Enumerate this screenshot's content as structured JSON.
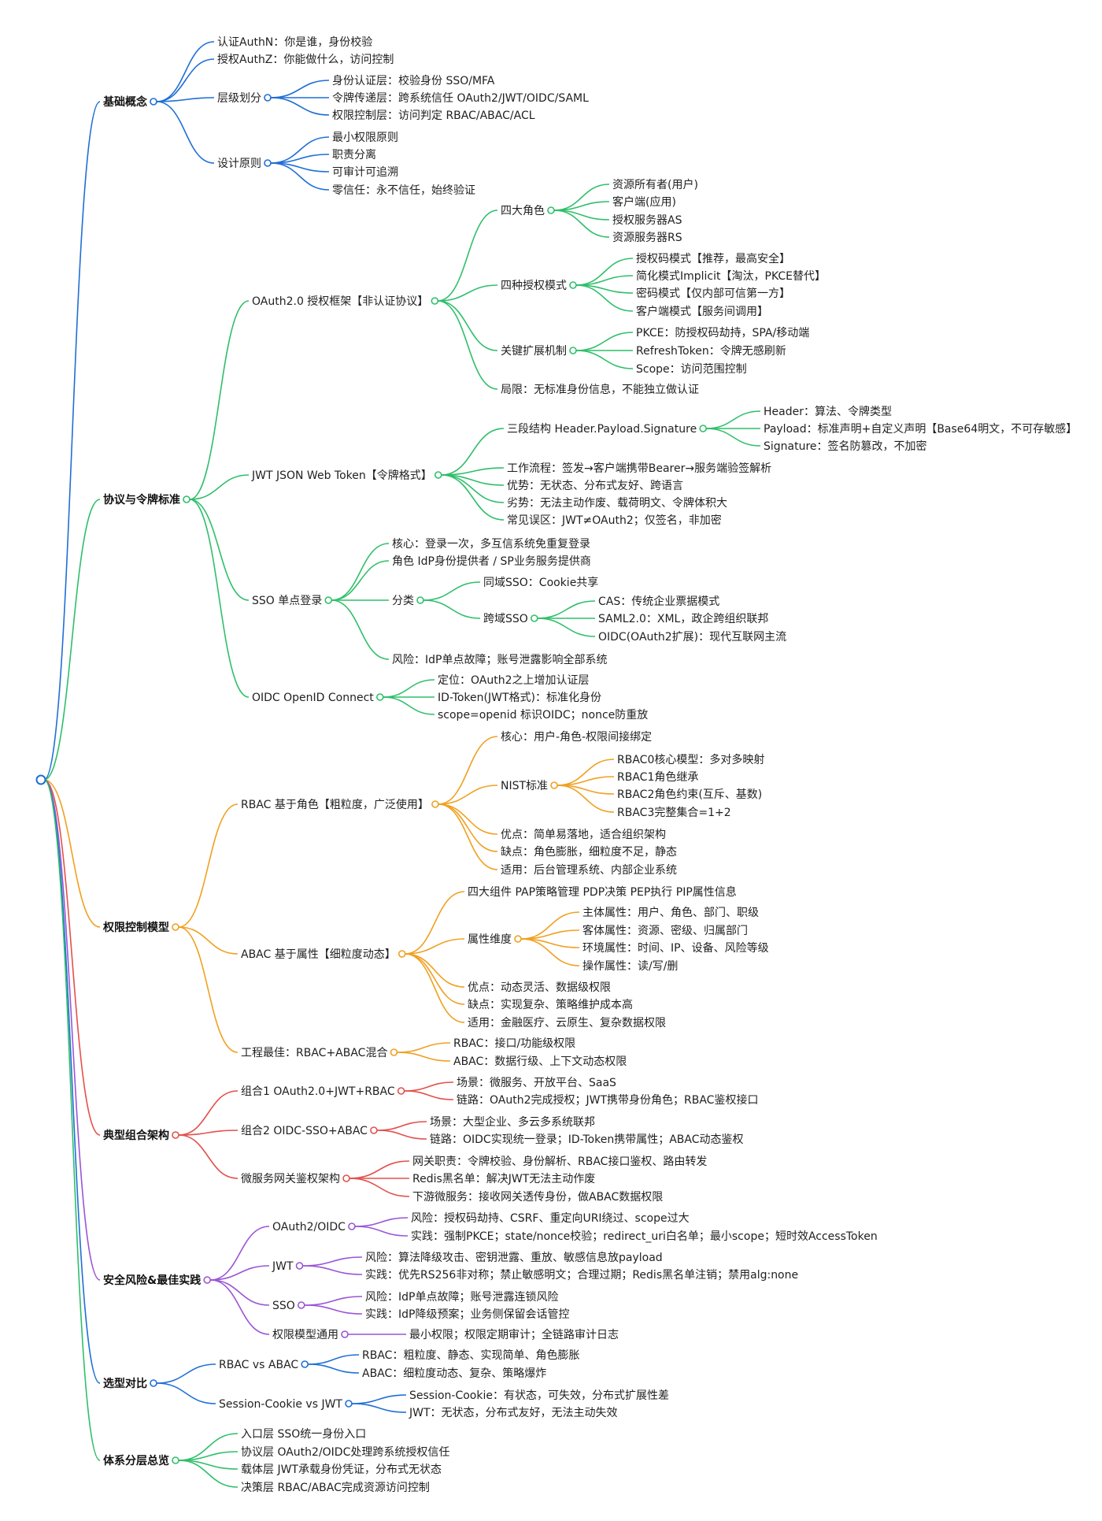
{
  "colors": {
    "blue": "#1f6fd6",
    "green": "#2fbf6a",
    "orange": "#f0a020",
    "red": "#e2514c",
    "purple": "#9a55d6"
  },
  "categories": [
    {
      "label": "基础概念",
      "color": "blue",
      "children": [
        {
          "label": "认证AuthN：你是谁，身份校验"
        },
        {
          "label": "授权AuthZ：你能做什么，访问控制"
        },
        {
          "label": "层级划分",
          "children": [
            {
              "label": "身份认证层：校验身份 SSO/MFA"
            },
            {
              "label": "令牌传递层：跨系统信任 OAuth2/JWT/OIDC/SAML"
            },
            {
              "label": "权限控制层：访问判定 RBAC/ABAC/ACL"
            }
          ]
        },
        {
          "label": "设计原则",
          "children": [
            {
              "label": "最小权限原则"
            },
            {
              "label": "职责分离"
            },
            {
              "label": "可审计可追溯"
            },
            {
              "label": "零信任：永不信任，始终验证"
            }
          ]
        }
      ]
    },
    {
      "label": "协议与令牌标准",
      "color": "green",
      "children": [
        {
          "label": "OAuth2.0 授权框架【非认证协议】",
          "children": [
            {
              "label": "四大角色",
              "children": [
                {
                  "label": "资源所有者(用户)"
                },
                {
                  "label": "客户端(应用)"
                },
                {
                  "label": "授权服务器AS"
                },
                {
                  "label": "资源服务器RS"
                }
              ]
            },
            {
              "label": "四种授权模式",
              "children": [
                {
                  "label": "授权码模式【推荐，最高安全】"
                },
                {
                  "label": "简化模式Implicit【淘汰，PKCE替代】"
                },
                {
                  "label": "密码模式【仅内部可信第一方】"
                },
                {
                  "label": "客户端模式【服务间调用】"
                }
              ]
            },
            {
              "label": "关键扩展机制",
              "children": [
                {
                  "label": "PKCE：防授权码劫持，SPA/移动端"
                },
                {
                  "label": "RefreshToken：令牌无感刷新"
                },
                {
                  "label": "Scope：访问范围控制"
                }
              ]
            },
            {
              "label": "局限：无标准身份信息，不能独立做认证"
            }
          ]
        },
        {
          "label": "JWT JSON Web Token【令牌格式】",
          "children": [
            {
              "label": "三段结构 Header.Payload.Signature",
              "children": [
                {
                  "label": "Header：算法、令牌类型"
                },
                {
                  "label": "Payload：标准声明+自定义声明【Base64明文，不可存敏感】"
                },
                {
                  "label": "Signature：签名防篡改，不加密"
                }
              ]
            },
            {
              "label": "工作流程：签发→客户端携带Bearer→服务端验签解析"
            },
            {
              "label": "优势：无状态、分布式友好、跨语言"
            },
            {
              "label": "劣势：无法主动作废、载荷明文、令牌体积大"
            },
            {
              "label": "常见误区：JWT≠OAuth2；仅签名，非加密"
            }
          ]
        },
        {
          "label": "SSO 单点登录",
          "children": [
            {
              "label": "核心：登录一次，多互信系统免重复登录"
            },
            {
              "label": "角色 IdP身份提供者 / SP业务服务提供商"
            },
            {
              "label": "分类",
              "children": [
                {
                  "label": "同域SSO：Cookie共享"
                },
                {
                  "label": "跨域SSO",
                  "children": [
                    {
                      "label": "CAS：传统企业票据模式"
                    },
                    {
                      "label": "SAML2.0：XML，政企跨组织联邦"
                    },
                    {
                      "label": "OIDC(OAuth2扩展)：现代互联网主流"
                    }
                  ]
                }
              ]
            },
            {
              "label": "风险：IdP单点故障；账号泄露影响全部系统"
            }
          ]
        },
        {
          "label": "OIDC OpenID Connect",
          "children": [
            {
              "label": "定位：OAuth2之上增加认证层"
            },
            {
              "label": "ID-Token(JWT格式)：标准化身份"
            },
            {
              "label": "scope=openid 标识OIDC；nonce防重放"
            }
          ]
        }
      ]
    },
    {
      "label": "权限控制模型",
      "color": "orange",
      "children": [
        {
          "label": "RBAC 基于角色【粗粒度，广泛使用】",
          "children": [
            {
              "label": "核心：用户-角色-权限间接绑定"
            },
            {
              "label": "NIST标准",
              "children": [
                {
                  "label": "RBAC0核心模型：多对多映射"
                },
                {
                  "label": "RBAC1角色继承"
                },
                {
                  "label": "RBAC2角色约束(互斥、基数)"
                },
                {
                  "label": "RBAC3完整集合=1+2"
                }
              ]
            },
            {
              "label": "优点：简单易落地，适合组织架构"
            },
            {
              "label": "缺点：角色膨胀，细粒度不足，静态"
            },
            {
              "label": "适用：后台管理系统、内部企业系统"
            }
          ]
        },
        {
          "label": "ABAC 基于属性【细粒度动态】",
          "children": [
            {
              "label": "四大组件 PAP策略管理 PDP决策 PEP执行 PIP属性信息"
            },
            {
              "label": "属性维度",
              "children": [
                {
                  "label": "主体属性：用户、角色、部门、职级"
                },
                {
                  "label": "客体属性：资源、密级、归属部门"
                },
                {
                  "label": "环境属性：时间、IP、设备、风险等级"
                },
                {
                  "label": "操作属性：读/写/删"
                }
              ]
            },
            {
              "label": "优点：动态灵活、数据级权限"
            },
            {
              "label": "缺点：实现复杂、策略维护成本高"
            },
            {
              "label": "适用：金融医疗、云原生、复杂数据权限"
            }
          ]
        },
        {
          "label": "工程最佳：RBAC+ABAC混合",
          "children": [
            {
              "label": "RBAC：接口/功能级权限"
            },
            {
              "label": "ABAC：数据行级、上下文动态权限"
            }
          ]
        }
      ]
    },
    {
      "label": "典型组合架构",
      "color": "red",
      "children": [
        {
          "label": "组合1 OAuth2.0+JWT+RBAC",
          "children": [
            {
              "label": "场景：微服务、开放平台、SaaS"
            },
            {
              "label": "链路：OAuth2完成授权；JWT携带身份角色；RBAC鉴权接口"
            }
          ]
        },
        {
          "label": "组合2 OIDC-SSO+ABAC",
          "children": [
            {
              "label": "场景：大型企业、多云多系统联邦"
            },
            {
              "label": "链路：OIDC实现统一登录；ID-Token携带属性；ABAC动态鉴权"
            }
          ]
        },
        {
          "label": "微服务网关鉴权架构",
          "children": [
            {
              "label": "网关职责：令牌校验、身份解析、RBAC接口鉴权、路由转发"
            },
            {
              "label": "Redis黑名单：解决JWT无法主动作废"
            },
            {
              "label": "下游微服务：接收网关透传身份，做ABAC数据权限"
            }
          ]
        }
      ]
    },
    {
      "label": "安全风险&最佳实践",
      "color": "purple",
      "children": [
        {
          "label": "OAuth2/OIDC",
          "children": [
            {
              "label": "风险：授权码劫持、CSRF、重定向URI绕过、scope过大"
            },
            {
              "label": "实践：强制PKCE；state/nonce校验；redirect_uri白名单；最小scope；短时效AccessToken"
            }
          ]
        },
        {
          "label": "JWT",
          "children": [
            {
              "label": "风险：算法降级攻击、密钥泄露、重放、敏感信息放payload"
            },
            {
              "label": "实践：优先RS256非对称；禁止敏感明文；合理过期；Redis黑名单注销；禁用alg:none"
            }
          ]
        },
        {
          "label": "SSO",
          "children": [
            {
              "label": "风险：IdP单点故障；账号泄露连锁风险"
            },
            {
              "label": "实践：IdP降级预案；业务侧保留会话管控"
            }
          ]
        },
        {
          "label": "权限模型通用",
          "children": [
            {
              "label": "最小权限；权限定期审计；全链路审计日志"
            }
          ]
        }
      ]
    },
    {
      "label": "选型对比",
      "color": "blue",
      "children": [
        {
          "label": "RBAC vs ABAC",
          "children": [
            {
              "label": "RBAC：粗粒度、静态、实现简单、角色膨胀"
            },
            {
              "label": "ABAC：细粒度动态、复杂、策略爆炸"
            }
          ]
        },
        {
          "label": "Session-Cookie vs JWT",
          "children": [
            {
              "label": "Session-Cookie：有状态，可失效，分布式扩展性差"
            },
            {
              "label": "JWT：无状态，分布式友好，无法主动失效"
            }
          ]
        }
      ]
    },
    {
      "label": "体系分层总览",
      "color": "green",
      "children": [
        {
          "label": "入口层 SSO统一身份入口"
        },
        {
          "label": "协议层 OAuth2/OIDC处理跨系统授权信任"
        },
        {
          "label": "载体层 JWT承载身份凭证，分布式无状态"
        },
        {
          "label": "决策层 RBAC/ABAC完成资源访问控制"
        }
      ]
    }
  ]
}
